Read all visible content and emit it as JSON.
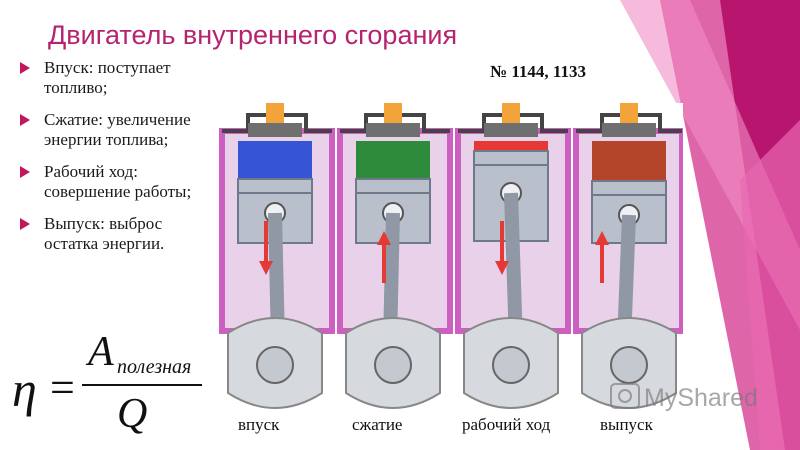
{
  "title": "Двигатель внутреннего сгорания",
  "bullets": [
    "Впуск: поступает топливо;",
    "Сжатие: увеличение энергии топлива;",
    "Рабочий ход: совершение работы;",
    "Выпуск: выброс остатка энергии."
  ],
  "reference": "№ 1144, 1133",
  "formula": {
    "lhs": "η",
    "equals": "=",
    "numerator_symbol": "A",
    "numerator_subscript": "полезная",
    "denominator": "Q"
  },
  "stroke_labels": [
    "впуск",
    "сжатие",
    "рабочий ход",
    "выпуск"
  ],
  "watermark": "MyShared",
  "colors": {
    "title": "#b5246e",
    "bullet_arrow": "#c2185b",
    "decor_magenta": "#d63384"
  }
}
